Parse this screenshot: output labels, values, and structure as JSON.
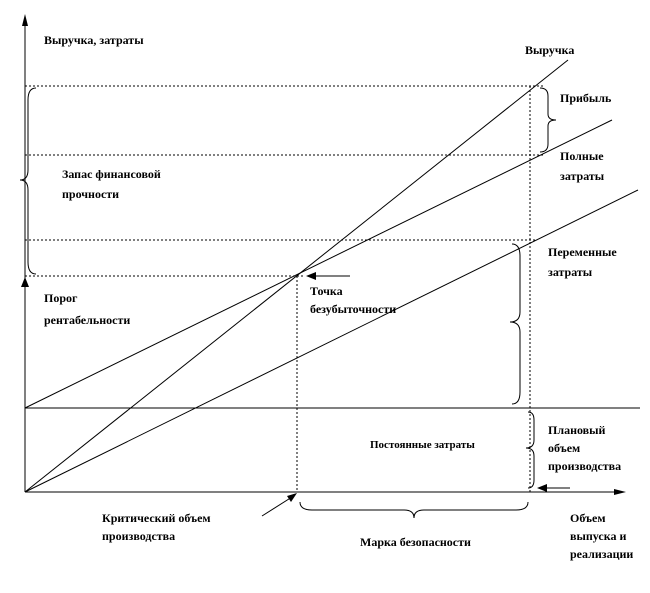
{
  "axes": {
    "y_label": "Выручка, затраты",
    "x_label": [
      "Объем",
      "выпуска и",
      "реализации"
    ]
  },
  "lines": {
    "revenue": "Выручка",
    "full_costs": [
      "Полные",
      "затраты"
    ],
    "variable_costs": [
      "Переменные",
      "затраты"
    ],
    "fixed_costs": "Постоянные затраты"
  },
  "annotations": {
    "profit": "Прибыль",
    "safety_stock": [
      "Запас финансовой",
      "прочности"
    ],
    "threshold": [
      "Порог",
      "рентабельности"
    ],
    "breakeven_point": [
      "Точка",
      "безубыточности"
    ],
    "planned_volume": [
      "Плановый",
      "объем",
      "производства"
    ],
    "critical_volume": [
      "Критический объем",
      "производства"
    ],
    "safety_margin": "Марка безопасности"
  }
}
